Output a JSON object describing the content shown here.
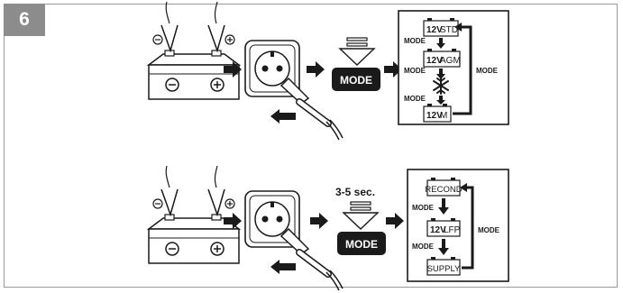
{
  "step_number": "6",
  "mode_button_label": "MODE",
  "arrow_label": "MODE",
  "top_sequence": {
    "modes": [
      "12V STD",
      "12V AGM",
      "12V M"
    ],
    "mode_12v": "12V",
    "mode1_suffix": "STD",
    "mode2_suffix": "AGM",
    "mode3_suffix": "M",
    "snowflake_icon": "snowflake-icon",
    "loop_label": "MODE"
  },
  "bottom_sequence": {
    "hold_time": "3-5 sec.",
    "mode1": "RECOND",
    "mode2_prefix": "12V",
    "mode2_suffix": "LFP",
    "mode3": "SUPPLY",
    "loop_label": "MODE"
  },
  "colors": {
    "ink": "#1a1a1a",
    "badge": "#8c8c8c",
    "frame": "#9a9a9a",
    "button": "#1a1a1a"
  }
}
